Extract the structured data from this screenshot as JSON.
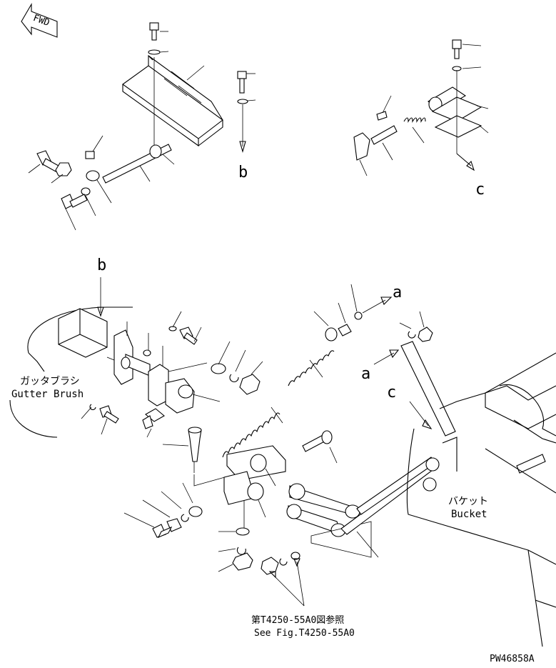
{
  "orientation": {
    "fwd_label": "FWD"
  },
  "views": {
    "b": "b",
    "c": "c",
    "a": "a"
  },
  "labels": {
    "gutter_brush_jp": "ガッタブラシ",
    "gutter_brush_en": "Gutter Brush",
    "bucket_jp": "バケット",
    "bucket_en": "Bucket",
    "see_fig_jp": "第T4250-55A0図参照",
    "see_fig_en": "See Fig.T4250-55A0"
  },
  "drawing_number": "PW46858A"
}
